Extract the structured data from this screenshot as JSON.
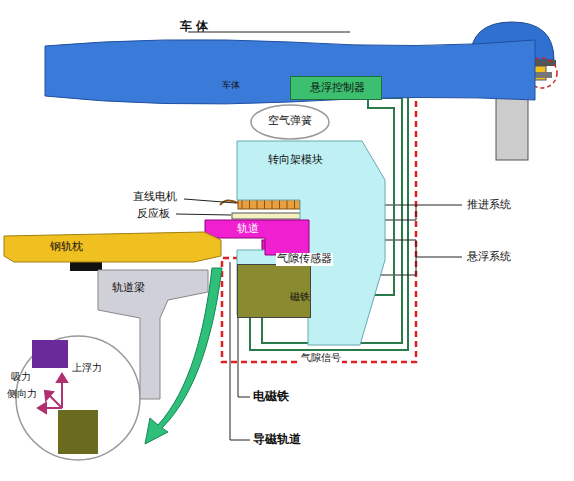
{
  "diagram": {
    "nodes": [
      {
        "text": [
          "车 体",
          "车体"
        ]
      },
      {
        "text": [
          "悬浮控制器"
        ],
        "in": 0
      },
      {
        "text": [
          "空气弹簧"
        ]
      },
      {
        "text": [
          "转向架模块"
        ]
      },
      {
        "text": [
          "轨道"
        ]
      },
      {
        "text": [
          "钢轨枕"
        ]
      },
      {
        "text": [
          "轨道梁"
        ]
      },
      {
        "text": [
          "磁铁"
        ]
      }
    ],
    "edges": [
      {
        "from": 1,
        "to": 7,
        "arrow": "none"
      }
    ],
    "labels": [
      "直线电机",
      "反应板",
      "气隙传感器",
      "气隙信号",
      "推进系统",
      "悬浮系统",
      "电磁铁",
      "导磁轨道",
      "吸力",
      "上浮力",
      "侧向力"
    ]
  }
}
